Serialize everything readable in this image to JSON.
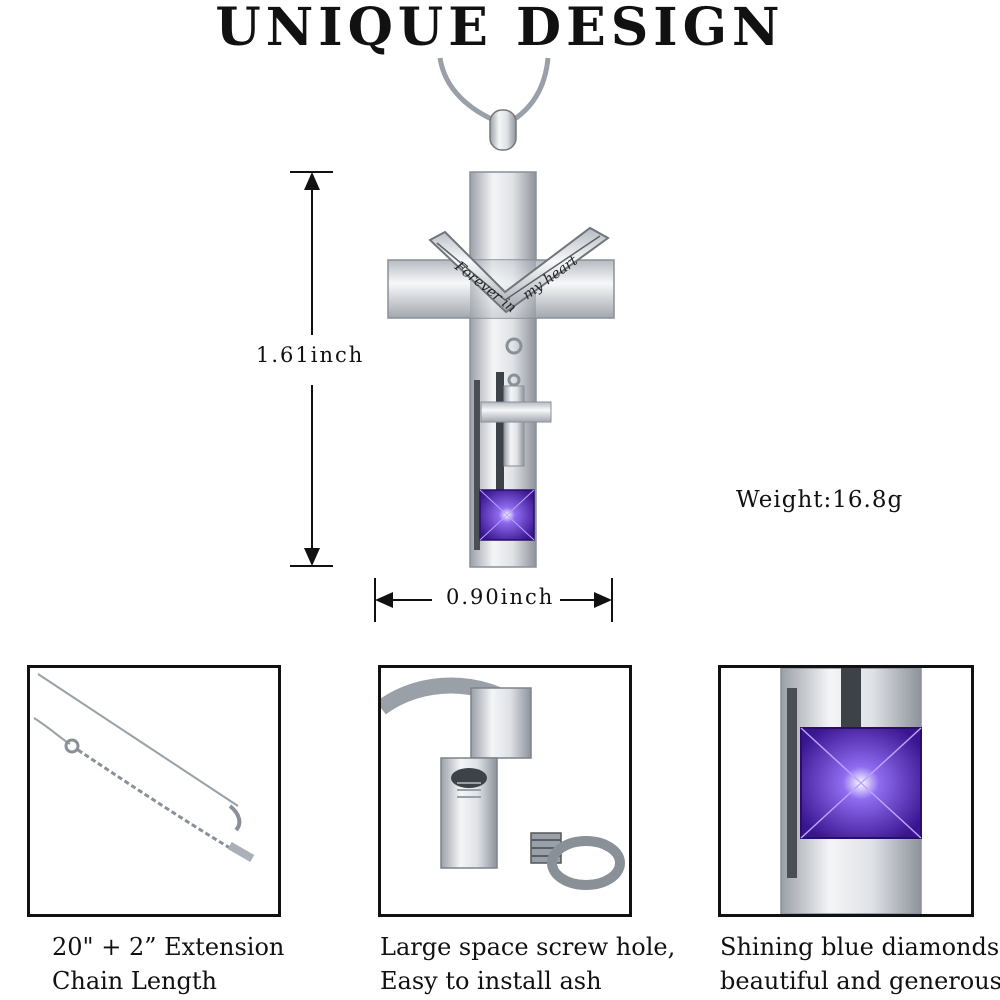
{
  "title": "UNIQUE DESIGN",
  "dimensions": {
    "height": "1.61inch",
    "width": "0.90inch",
    "weight": "Weight:16.8g"
  },
  "engraving": {
    "left": "Forever in",
    "right": "my heart"
  },
  "features": [
    {
      "line1": "20\" + 2”  Extension",
      "line2": "Chain Length"
    },
    {
      "line1": "Large space screw hole,",
      "line2": "Easy to install ash"
    },
    {
      "line1": "Shining blue diamonds,",
      "line2": "beautiful and generous"
    }
  ],
  "colors": {
    "gem": "#4b1fa8",
    "gem_light": "#8f6cf0",
    "steel": "#c9ccd1",
    "steel_dark": "#7d838c",
    "border": "#111111"
  }
}
